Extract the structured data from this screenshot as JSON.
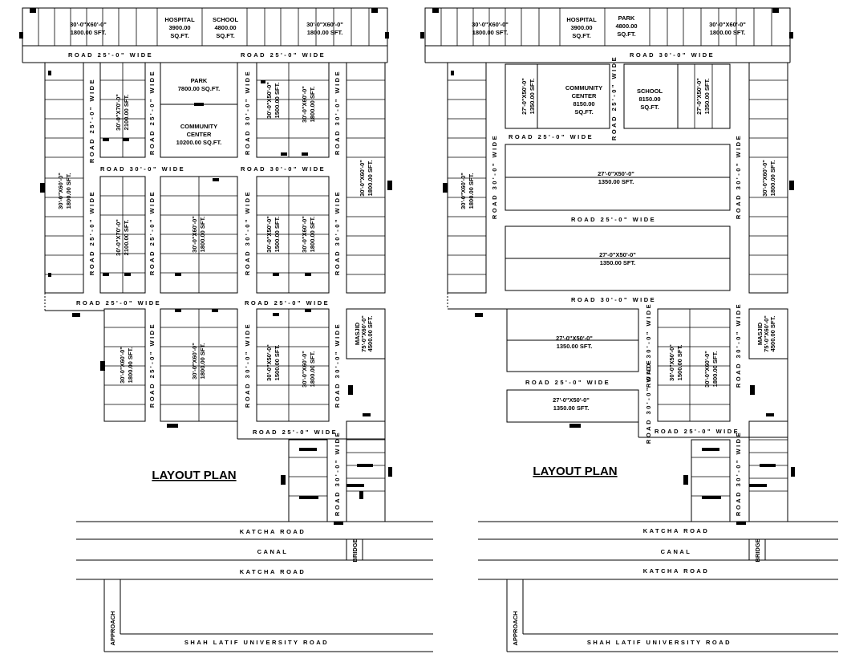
{
  "plans": [
    {
      "title": "LAYOUT PLAN",
      "labels": {
        "plot_top_left": [
          "30'-0\"X60'-0\"",
          "1800.00 SFT."
        ],
        "hospital": [
          "HOSPITAL",
          "3900.00",
          "SQ.FT."
        ],
        "school_top": [
          "SCHOOL",
          "4800.00",
          "SQ.FT."
        ],
        "plot_top_right": [
          "30'-0\"X60'-0\"",
          "1800.00 SFT."
        ],
        "park": [
          "PARK",
          "7800.00 SQ.FT."
        ],
        "community": [
          "COMMUNITY",
          "CENTER",
          "10200.00 SQ.FT."
        ],
        "masjid": [
          "MASJID",
          "75'-0\"X60'-0\"",
          "4500.00 SFT."
        ],
        "p70_a": [
          "30'-0\"X70'-0\"",
          "2100.00 SFT."
        ],
        "p70_b": [
          "30'-0\"X70'-0\"",
          "2100.00 SFT."
        ],
        "p50_a": [
          "30'-0\"X50'-0\"",
          "1500.00 SFT."
        ],
        "p50_b": [
          "30'-0\"X50'-0\"",
          "1500.00 SFT."
        ],
        "p50_c": [
          "30'-0\"X50'-0\"",
          "1500.00 SFT."
        ],
        "p60_a": [
          "30'-0\"X60'-0\"",
          "1800.00 SFT."
        ],
        "p60_b": [
          "30'-0\"X60'-0\"",
          "1800.00 SFT."
        ],
        "p60_c": [
          "30'-0\"X60'-0\"",
          "1800.00 SFT."
        ],
        "p60_d": [
          "30'-0\"X60'-0\"",
          "1800.00 SFT."
        ],
        "p60_e": [
          "30'-0\"X60'-0\"",
          "1800.00 SFT."
        ],
        "p60_f": [
          "30'-0\"X60'-0\"",
          "1800.00 SFT."
        ],
        "p60_g": [
          "30'-0\"X60'-0\"",
          "1800.00 SFT."
        ],
        "p60_h": [
          "30'-0\"X60'-0\"",
          "1800.00 SFT."
        ]
      },
      "roads": {
        "top": "ROAD  25'-0\"  WIDE",
        "top2": "ROAD  25'-0\"  WIDE",
        "mid": "ROAD  30'-0\"  WIDE",
        "mid2": "ROAD  30'-0\"  WIDE",
        "low": "ROAD  25'-0\"  WIDE",
        "low2": "ROAD  25'-0\"  WIDE",
        "bottom": "ROAD  25'-0\"  WIDE",
        "v25": "ROAD  25'-0\"  WIDE",
        "v30": "ROAD  30'-0\"  WIDE"
      }
    },
    {
      "title": "LAYOUT PLAN",
      "labels": {
        "plot_top_left": [
          "30'-0\"X60'-0\"",
          "1800.00 SFT."
        ],
        "hospital": [
          "HOSPITAL",
          "3900.00",
          "SQ.FT."
        ],
        "park": [
          "PARK",
          "4800.00",
          "SQ.FT."
        ],
        "plot_top_right": [
          "30'-0\"X60'-0\"",
          "1800.00 SFT."
        ],
        "community": [
          "COMMUNITY",
          "CENTER",
          "8150.00",
          "SQ.FT."
        ],
        "school": [
          "SCHOOL",
          "8150.00",
          "SQ.FT."
        ],
        "p27a": [
          "27'-0\"X50'-0\"",
          "1350.00 SFT."
        ],
        "p27b": [
          "27'-0\"X50'-0\"",
          "1350.00 SFT."
        ],
        "p27c": [
          "27'-0\"X50'-0\"",
          "1350.00 SFT."
        ],
        "p27d": [
          "27'-0\"X50'-0\"",
          "1350.00 SFT."
        ],
        "p27e": [
          "27'-0\"X50'-0\"",
          "1350.00 SFT."
        ],
        "p27f": [
          "27'-0\"X50'-0\"",
          "1350.00 SFT."
        ],
        "masjid": [
          "MASJID",
          "75'-0\"X60'-0\"",
          "4500.00 SFT."
        ],
        "p60_a": [
          "30'-0\"X60'-0\"",
          "1800.00 SFT."
        ],
        "p60_b": [
          "30'-0\"X60'-0\"",
          "1800.00 SFT."
        ],
        "p60_c": [
          "30'-0\"X60'-0\"",
          "1800.00 SFT."
        ],
        "p50_a": [
          "30'-0\"X50'-0\"",
          "1500.00 SFT."
        ]
      },
      "roads": {
        "top": "ROAD  30'-0\"  WIDE",
        "r1": "ROAD  25'-0\"  WIDE",
        "r2": "ROAD  25'-0\"  WIDE",
        "r3": "ROAD  30'-0\"  WIDE",
        "r4": "ROAD  25'-0\"  WIDE",
        "bottom": "ROAD  25'-0\"  WIDE",
        "v25": "ROAD  25'-0\"  WIDE",
        "v30": "ROAD  30'-0\"  WIDE"
      }
    }
  ],
  "site": {
    "katcha_road": "KATCHA ROAD",
    "canal": "CANAL",
    "bridge": "BRIDGE",
    "approach": "APPROACH",
    "university_road": "SHAH LATIF UNIVERSITY ROAD"
  }
}
